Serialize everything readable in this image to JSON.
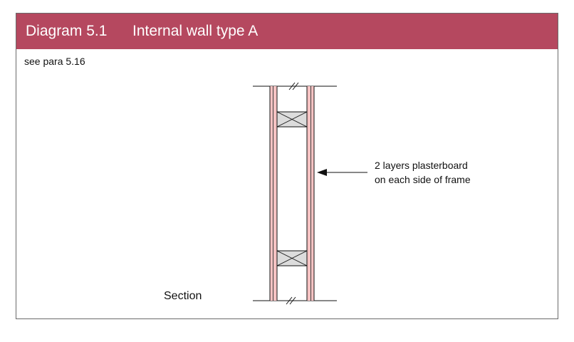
{
  "diagram": {
    "number": "Diagram 5.1",
    "title": "Internal wall type A",
    "reference": "see para 5.16",
    "annotation_line1": "2 layers plasterboard",
    "annotation_line2": "on each side of frame",
    "view_label": "Section"
  },
  "colors": {
    "title_bar": "#b5485f",
    "plasterboard": "#f6c3c3",
    "noggin_fill": "#dcdcdc",
    "line": "#111111"
  }
}
